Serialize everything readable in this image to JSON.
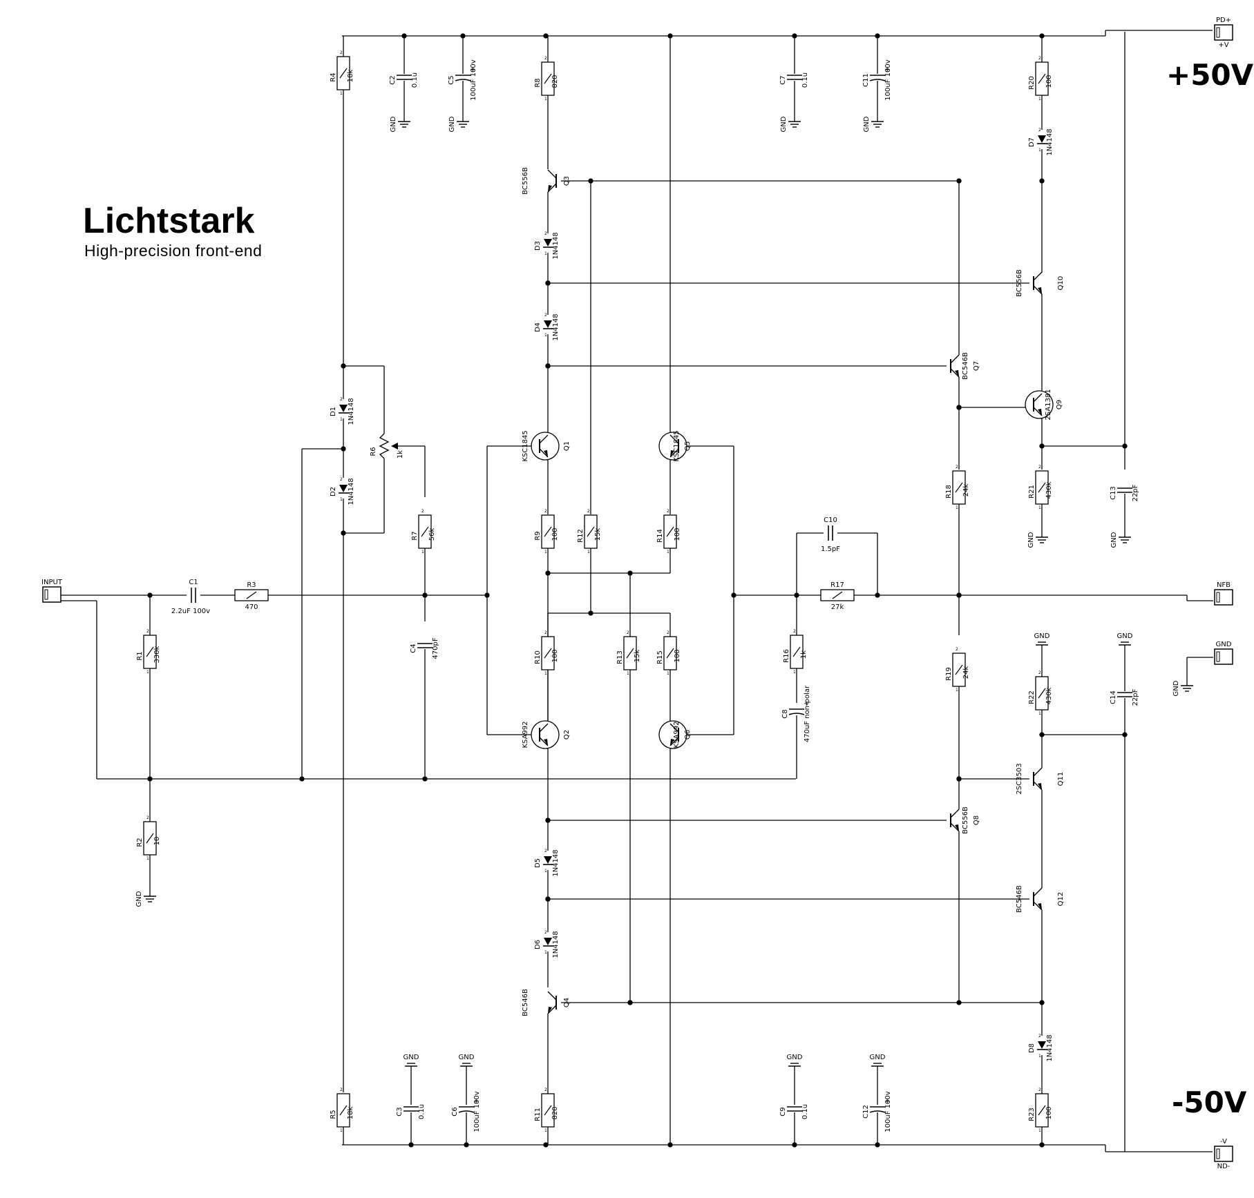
{
  "title": "Lichtstark",
  "subtitle": "High-precision  front-end",
  "rails": {
    "positive": "+50V",
    "negative": "-50V"
  },
  "connectors": {
    "input": "INPUT",
    "pd_plus": "PD+",
    "plus_v": "+V",
    "nfb": "NFB",
    "gnd": "GND",
    "minus_v": "-V",
    "nd_minus": "ND-"
  },
  "gnd_label": "GND",
  "resistors": {
    "R1": {
      "name": "R1",
      "value": "330k"
    },
    "R2": {
      "name": "R2",
      "value": "10"
    },
    "R3": {
      "name": "R3",
      "value": "470"
    },
    "R4": {
      "name": "R4",
      "value": "18k"
    },
    "R5": {
      "name": "R5",
      "value": "18k"
    },
    "R6": {
      "name": "R6",
      "value": "1k"
    },
    "R7": {
      "name": "R7",
      "value": "56k"
    },
    "R8": {
      "name": "R8",
      "value": "820"
    },
    "R9": {
      "name": "R9",
      "value": "100"
    },
    "R10": {
      "name": "R10",
      "value": "100"
    },
    "R11": {
      "name": "R11",
      "value": "820"
    },
    "R12": {
      "name": "R12",
      "value": "15k"
    },
    "R13": {
      "name": "R13",
      "value": "15k"
    },
    "R14": {
      "name": "R14",
      "value": "100"
    },
    "R15": {
      "name": "R15",
      "value": "100"
    },
    "R16": {
      "name": "R16",
      "value": "1k"
    },
    "R17": {
      "name": "R17",
      "value": "27k"
    },
    "R18": {
      "name": "R18",
      "value": "24k"
    },
    "R19": {
      "name": "R19",
      "value": "24k"
    },
    "R20": {
      "name": "R20",
      "value": "100"
    },
    "R21": {
      "name": "R21",
      "value": "430k"
    },
    "R22": {
      "name": "R22",
      "value": "430k"
    },
    "R23": {
      "name": "R23",
      "value": "100"
    }
  },
  "capacitors": {
    "C1": {
      "name": "C1",
      "value": "2.2uF 100v"
    },
    "C2": {
      "name": "C2",
      "value": "0.1u"
    },
    "C3": {
      "name": "C3",
      "value": "0.1u"
    },
    "C4": {
      "name": "C4",
      "value": "470pF"
    },
    "C5": {
      "name": "C5",
      "value": "100uF 100v"
    },
    "C6": {
      "name": "C6",
      "value": "100uF 100v"
    },
    "C7": {
      "name": "C7",
      "value": "0.1u"
    },
    "C8": {
      "name": "C8",
      "value": "470uF non-polar"
    },
    "C9": {
      "name": "C9",
      "value": "0.1u"
    },
    "C10": {
      "name": "C10",
      "value": "1.5pF"
    },
    "C11": {
      "name": "C11",
      "value": "100uF 100v"
    },
    "C12": {
      "name": "C12",
      "value": "100uF 100v"
    },
    "C13": {
      "name": "C13",
      "value": "22pF"
    },
    "C14": {
      "name": "C14",
      "value": "22pF"
    }
  },
  "diodes": {
    "D1": {
      "name": "D1",
      "value": "1N4148"
    },
    "D2": {
      "name": "D2",
      "value": "1N4148"
    },
    "D3": {
      "name": "D3",
      "value": "1N4148"
    },
    "D4": {
      "name": "D4",
      "value": "1N4148"
    },
    "D5": {
      "name": "D5",
      "value": "1N4148"
    },
    "D6": {
      "name": "D6",
      "value": "1N4148"
    },
    "D7": {
      "name": "D7",
      "value": "1N4148"
    },
    "D8": {
      "name": "D8",
      "value": "1N4148"
    }
  },
  "transistors": {
    "Q1": {
      "name": "Q1",
      "value": "KSC1845"
    },
    "Q2": {
      "name": "Q2",
      "value": "KSA992"
    },
    "Q3": {
      "name": "Q3",
      "value": "BC556B"
    },
    "Q4": {
      "name": "Q4",
      "value": "BC546B"
    },
    "Q5": {
      "name": "Q5",
      "value": "KSC1845"
    },
    "Q6": {
      "name": "Q6",
      "value": "KSA992"
    },
    "Q7": {
      "name": "Q7",
      "value": "BC546B"
    },
    "Q8": {
      "name": "Q8",
      "value": "BC556B"
    },
    "Q9": {
      "name": "Q9",
      "value": "2SA1381"
    },
    "Q10": {
      "name": "Q10",
      "value": "BC556B"
    },
    "Q11": {
      "name": "Q11",
      "value": "2SC3503"
    },
    "Q12": {
      "name": "Q12",
      "value": "BC546B"
    }
  }
}
